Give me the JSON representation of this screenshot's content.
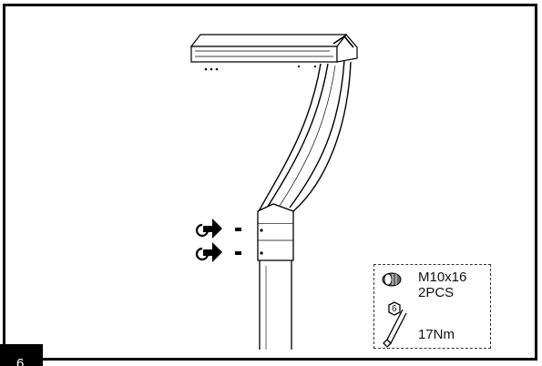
{
  "step": {
    "number": "6"
  },
  "spec": {
    "bolt_size": "M10x16",
    "quantity": "2PCS",
    "hex_key_size": "6",
    "torque": "17Nm"
  },
  "icons": {
    "screw_direction": "clockwise-rotate-icon",
    "push_arrow": "arrow-right-icon",
    "bolt": "bolt-icon",
    "hex_key": "hex-key-icon"
  },
  "colors": {
    "line": "#000000",
    "background": "#ffffff"
  }
}
